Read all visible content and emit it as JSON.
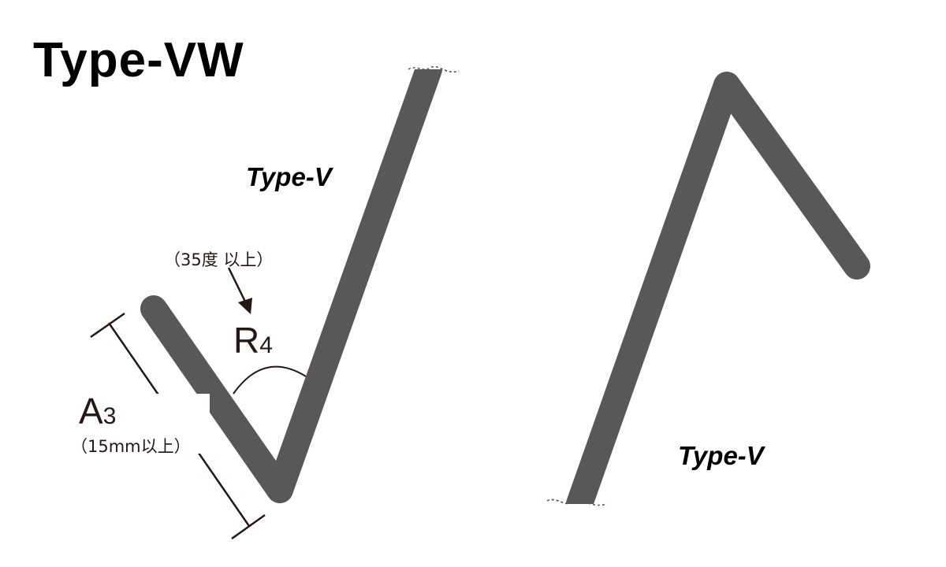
{
  "title": "Type-VW",
  "left_shape": {
    "label": "Type-V",
    "angle_note": "（35度 以上）",
    "radius_main": "R",
    "radius_sub": "4",
    "length_main": "A",
    "length_sub": "3",
    "length_note": "（15mm以上）"
  },
  "right_shape": {
    "label": "Type-V"
  },
  "colors": {
    "stroke": "#595757",
    "annotation": "#231815",
    "text": "#000000"
  }
}
